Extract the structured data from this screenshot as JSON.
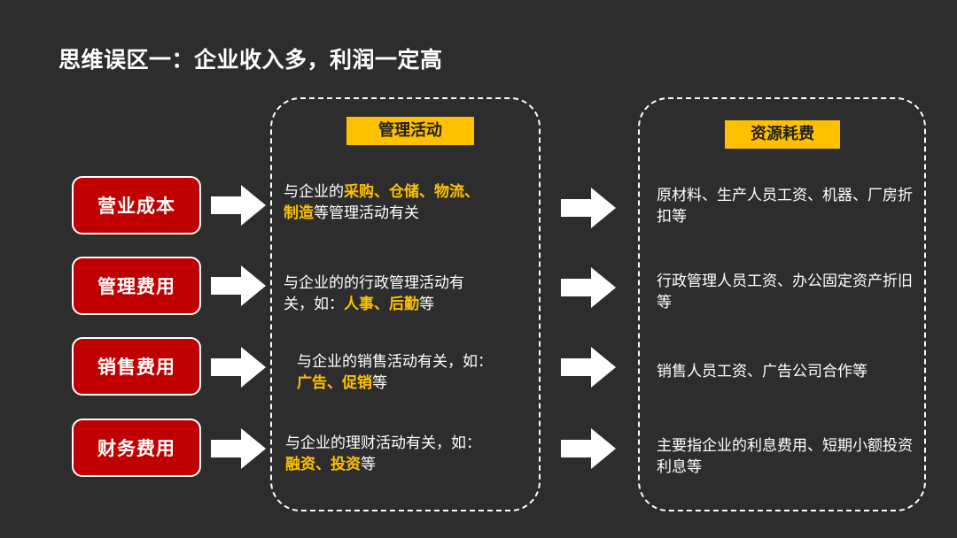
{
  "title": "思维误区一：企业收入多，利润一定高",
  "headers": {
    "activities": "管理活动",
    "resources": "资源耗费"
  },
  "categories": [
    "营业成本",
    "管理费用",
    "销售费用",
    "财务费用"
  ],
  "activities": [
    {
      "pre": "与企业的",
      "h1": "采购、仓储、物流、",
      "br": "",
      "h2": "制造",
      "post": "等管理活动有关"
    },
    {
      "pre": "与企业的的行政管理活动有",
      "h1": "",
      "br": "关，如：",
      "h2": "人事、后勤",
      "post": "等"
    },
    {
      "pre": "与企业的销售活动有关，如：",
      "h1": "",
      "br": "",
      "h2": "广告、促销",
      "post": "等"
    },
    {
      "pre": "与企业的理财活动有关，如：",
      "h1": "",
      "br": "",
      "h2": "融资、投资",
      "post": "等"
    }
  ],
  "resources": [
    "原材料、生产人员工资、机器、厂房折扣等",
    "行政管理人员工资、办公固定资产折旧等",
    "销售人员工资、广告公司合作等",
    "主要指企业的利息费用、短期小额投资利息等"
  ],
  "colors": {
    "background": "#2e2d2d",
    "accent": "#ffc000",
    "category": "#c00000"
  }
}
